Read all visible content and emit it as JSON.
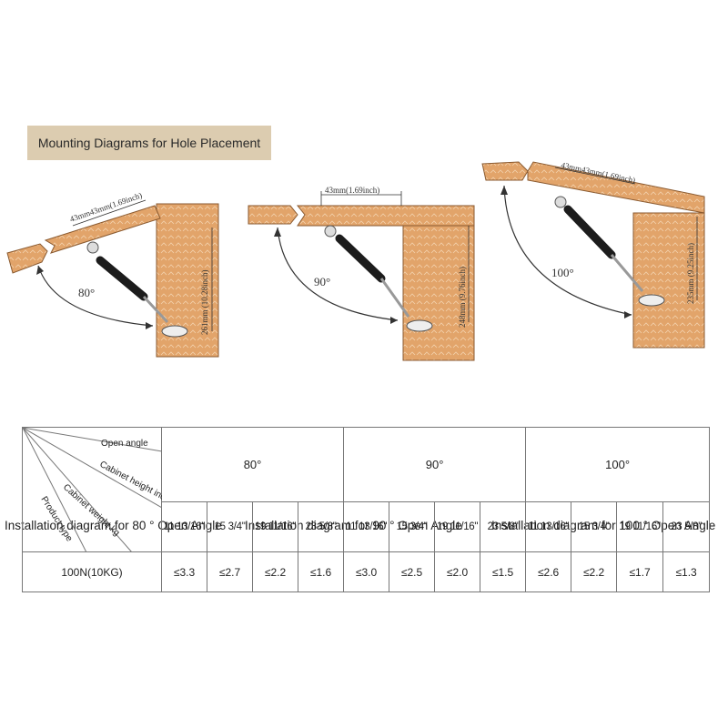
{
  "header": {
    "title": "Mounting Diagrams for Hole Placement"
  },
  "diagrams": [
    {
      "caption": "Installation diagram for 80 ° Open Angle",
      "angle_label": "80°",
      "dim_top": "43mm43mm(1.69inch)",
      "dim_side": "261mm (10.28inch)"
    },
    {
      "caption": "Installation diagram for 90 ° Open Angle",
      "angle_label": "90°",
      "dim_top": "43mm(1.69inch)",
      "dim_side": "248mm (9.76inch)"
    },
    {
      "caption": "Installation diagram for 100 ° Open Angle",
      "angle_label": "100°",
      "dim_top": "43mm43mm(1.69inch)",
      "dim_side": "235mm (9.25inch)"
    }
  ],
  "table": {
    "corner_labels": [
      "Open angle",
      "Cabinet height inch",
      "Cabinet weight kg",
      "Product type"
    ],
    "angles": [
      "80°",
      "90°",
      "100°"
    ],
    "heights": [
      "11 13/16\"",
      "15 3/4\"",
      "19 11/16\"",
      "23 5/8\""
    ],
    "row": {
      "product": "100N(10KG)",
      "values": [
        "≤3.3",
        "≤2.7",
        "≤2.2",
        "≤1.6",
        "≤3.0",
        "≤2.5",
        "≤2.0",
        "≤1.5",
        "≤2.6",
        "≤2.2",
        "≤1.7",
        "≤1.3"
      ]
    }
  },
  "colors": {
    "wood": "#e2a46a",
    "title_bg": "#dcccb0",
    "strut": "#1c1c1c"
  }
}
